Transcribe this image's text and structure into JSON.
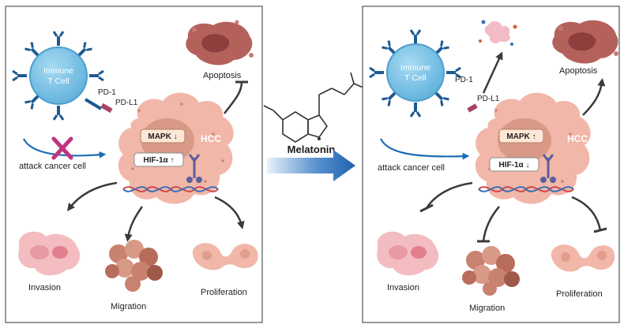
{
  "left_panel": {
    "immune_cell": {
      "line1": "Immune",
      "line2": "T Cell"
    },
    "pd1": "PD-1",
    "pdl1": "PD-L1",
    "attack_label": "attack cancer cell",
    "hcc": "HCC",
    "mapk": "MAPK ↓",
    "hif": "HIF-1α ↑",
    "apoptosis": "Apoptosis",
    "invasion": "Invasion",
    "migration": "Migration",
    "proliferation": "Proliferation"
  },
  "center": {
    "drug": "Melatonin"
  },
  "right_panel": {
    "immune_cell": {
      "line1": "Immune",
      "line2": "T Cell"
    },
    "pd1": "PD-1",
    "pdl1": "PD-L1",
    "attack_label": "attack cancer cell",
    "hcc": "HCC",
    "mapk": "MAPK ↑",
    "hif": "HIF-1α ↓",
    "apoptosis": "Apoptosis",
    "invasion": "Invasion",
    "migration": "Migration",
    "proliferation": "Proliferation"
  },
  "colors": {
    "tcell": "#79c3e6",
    "tcell_edge": "#4e9fcb",
    "receptor": "#1e5a92",
    "hcc_cell": "#f1b7a9",
    "hcc_nucleus": "#d89a87",
    "dna_red": "#c94a4a",
    "dna_blue": "#3a6fb6",
    "arrow_blue": "#1e6cb5",
    "inhibit_x": "#c2337f",
    "dark_arrow": "#3a3a3a"
  }
}
